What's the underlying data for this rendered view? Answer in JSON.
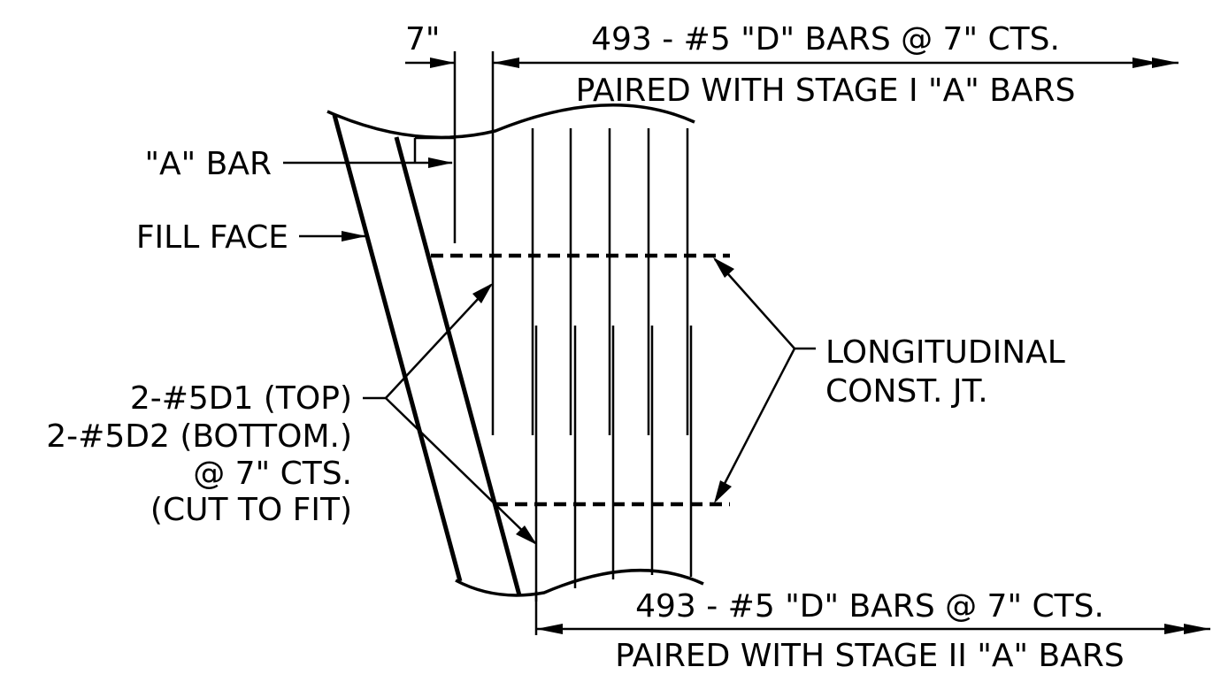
{
  "labels": {
    "spacing_dim": "7\"",
    "top_note_line1": "493 - #5 \"D\" BARS @ 7\" CTS.",
    "top_note_line2": "PAIRED WITH STAGE I \"A\" BARS",
    "a_bar": "\"A\" BAR",
    "fill_face": "FILL FACE",
    "longitudinal_line1": "LONGITUDINAL",
    "longitudinal_line2": "CONST. JT.",
    "bars_line1": "2-#5D1 (TOP)",
    "bars_line2": "2-#5D2 (BOTTOM.)",
    "bars_line3": "@ 7\" CTS.",
    "bars_line4": "(CUT TO FIT)",
    "bottom_note_line1": "493 - #5 \"D\" BARS @ 7\" CTS.",
    "bottom_note_line2": "PAIRED WITH STAGE II \"A\" BARS"
  },
  "colors": {
    "ink": "#000000",
    "background": "#ffffff"
  }
}
